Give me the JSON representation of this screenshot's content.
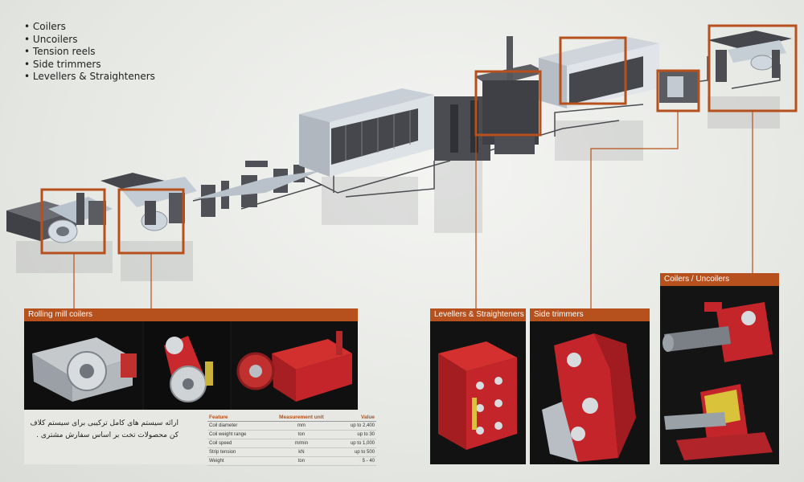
{
  "features": [
    "Coilers",
    "Uncoilers",
    "Tension reels",
    "Side trimmers",
    "Levellers & Straighteners"
  ],
  "panels": {
    "rolling_mill": {
      "title": "Rolling mill coilers"
    },
    "levellers": {
      "title": "Levellers & Straighteners"
    },
    "side_trimmers": {
      "title": "Side trimmers"
    },
    "coilers_uncoilers": {
      "title": "Coilers / Uncoilers"
    }
  },
  "caption_fa": "ارائه سیستم های کامل ترکیبی برای سیستم کلاف کن محصولات تخت بر اساس سفارش مشتری .",
  "spec_table": {
    "headers": [
      "Feature",
      "Measurement unit",
      "Value"
    ],
    "rows": [
      [
        "Coil diameter",
        "mm",
        "up to 2,400"
      ],
      [
        "Coil weight range",
        "ton",
        "up to 30"
      ],
      [
        "Coil speed",
        "m/min",
        "up to 1,000"
      ],
      [
        "Strip tension",
        "kN",
        "up to 500"
      ],
      [
        "Weight",
        "ton",
        "5 - 40"
      ]
    ]
  },
  "colors": {
    "accent": "#b6501c",
    "machine_red": "#c4252a",
    "machine_grey": "#55575c",
    "panel_bg": "#151515"
  }
}
